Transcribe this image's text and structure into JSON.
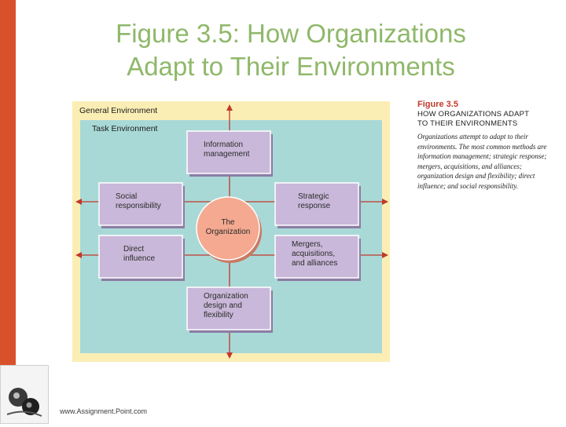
{
  "slide": {
    "title_line1": "Figure 3.5: How Organizations",
    "title_line2": "Adapt to Their Environments",
    "footer_url": "www.Assignment.Point.com"
  },
  "figure": {
    "general_env_label": "General Environment",
    "task_env_label": "Task Environment",
    "center": "The\nOrganization",
    "boxes": {
      "top": "Information\nmanagement",
      "left_upper": "Social\nresponsibility",
      "right_upper": "Strategic\nresponse",
      "left_lower": "Direct\ninfluence",
      "right_lower": "Mergers,\nacquisitions,\nand alliances",
      "bottom": "Organization\ndesign and\nflexibility"
    },
    "caption": {
      "number": "Figure 3.5",
      "heading_line1": "HOW ORGANIZATIONS ADAPT",
      "heading_line2": "TO THEIR ENVIRONMENTS",
      "body": "Organizations attempt to adapt to their environments. The most common methods are information management; strategic response; mergers, acquisitions, and alliances; organization design and flexibility; direct influence; and social responsibility."
    },
    "colors": {
      "general_env": "#fbeeb5",
      "task_env": "#a9d9d7",
      "box_fill": "#c9b8d9",
      "circle_fill": "#f4a990",
      "arrow": "#c0392b"
    }
  }
}
